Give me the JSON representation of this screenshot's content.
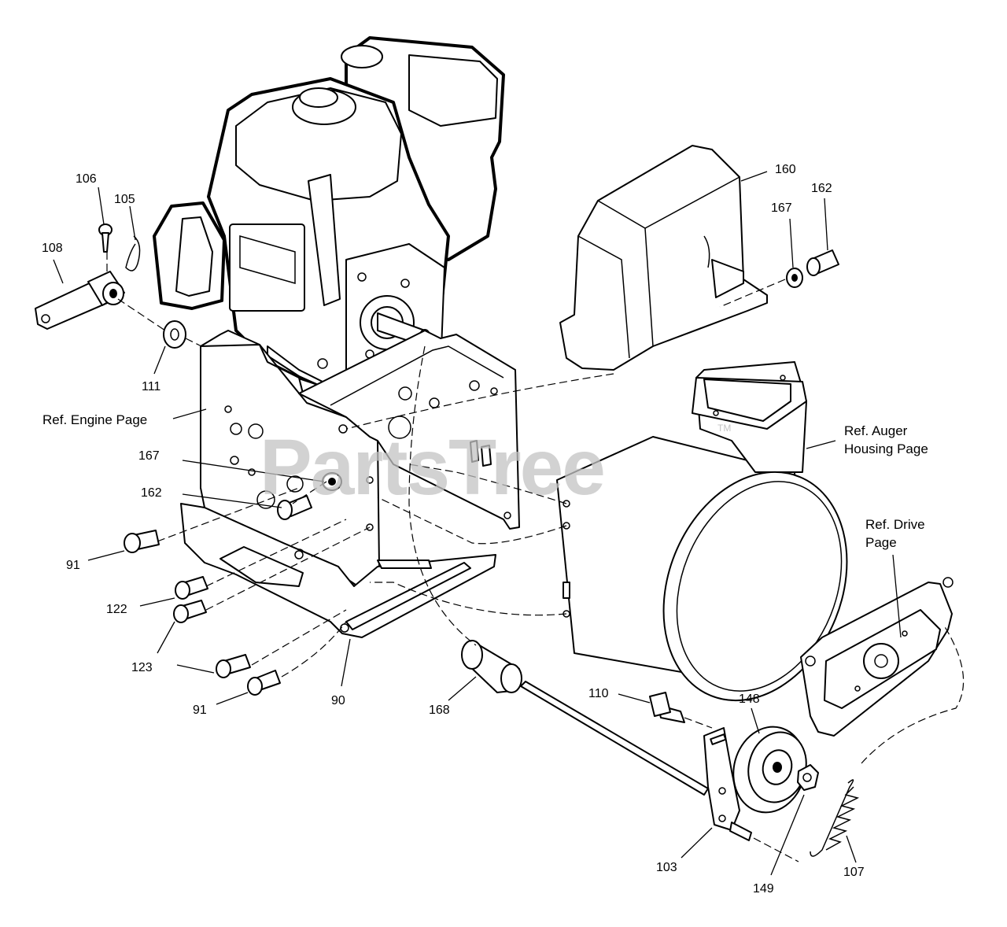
{
  "watermark": {
    "text": "PartsTree",
    "trademark": "TM"
  },
  "references": {
    "engine": "Ref. Engine Page",
    "auger_line1": "Ref. Auger",
    "auger_line2": "Housing Page",
    "drive_line1": "Ref. Drive",
    "drive_line2": "Page"
  },
  "callouts": {
    "p106": "106",
    "p105": "105",
    "p108": "108",
    "p111": "111",
    "p160": "160",
    "p162_top": "162",
    "p167_top": "167",
    "p167": "167",
    "p162": "162",
    "p91_top": "91",
    "p122": "122",
    "p123": "123",
    "p91_bottom": "91",
    "p90": "90",
    "p168": "168",
    "p110": "110",
    "p148": "148",
    "p103": "103",
    "p149": "149",
    "p107": "107"
  }
}
